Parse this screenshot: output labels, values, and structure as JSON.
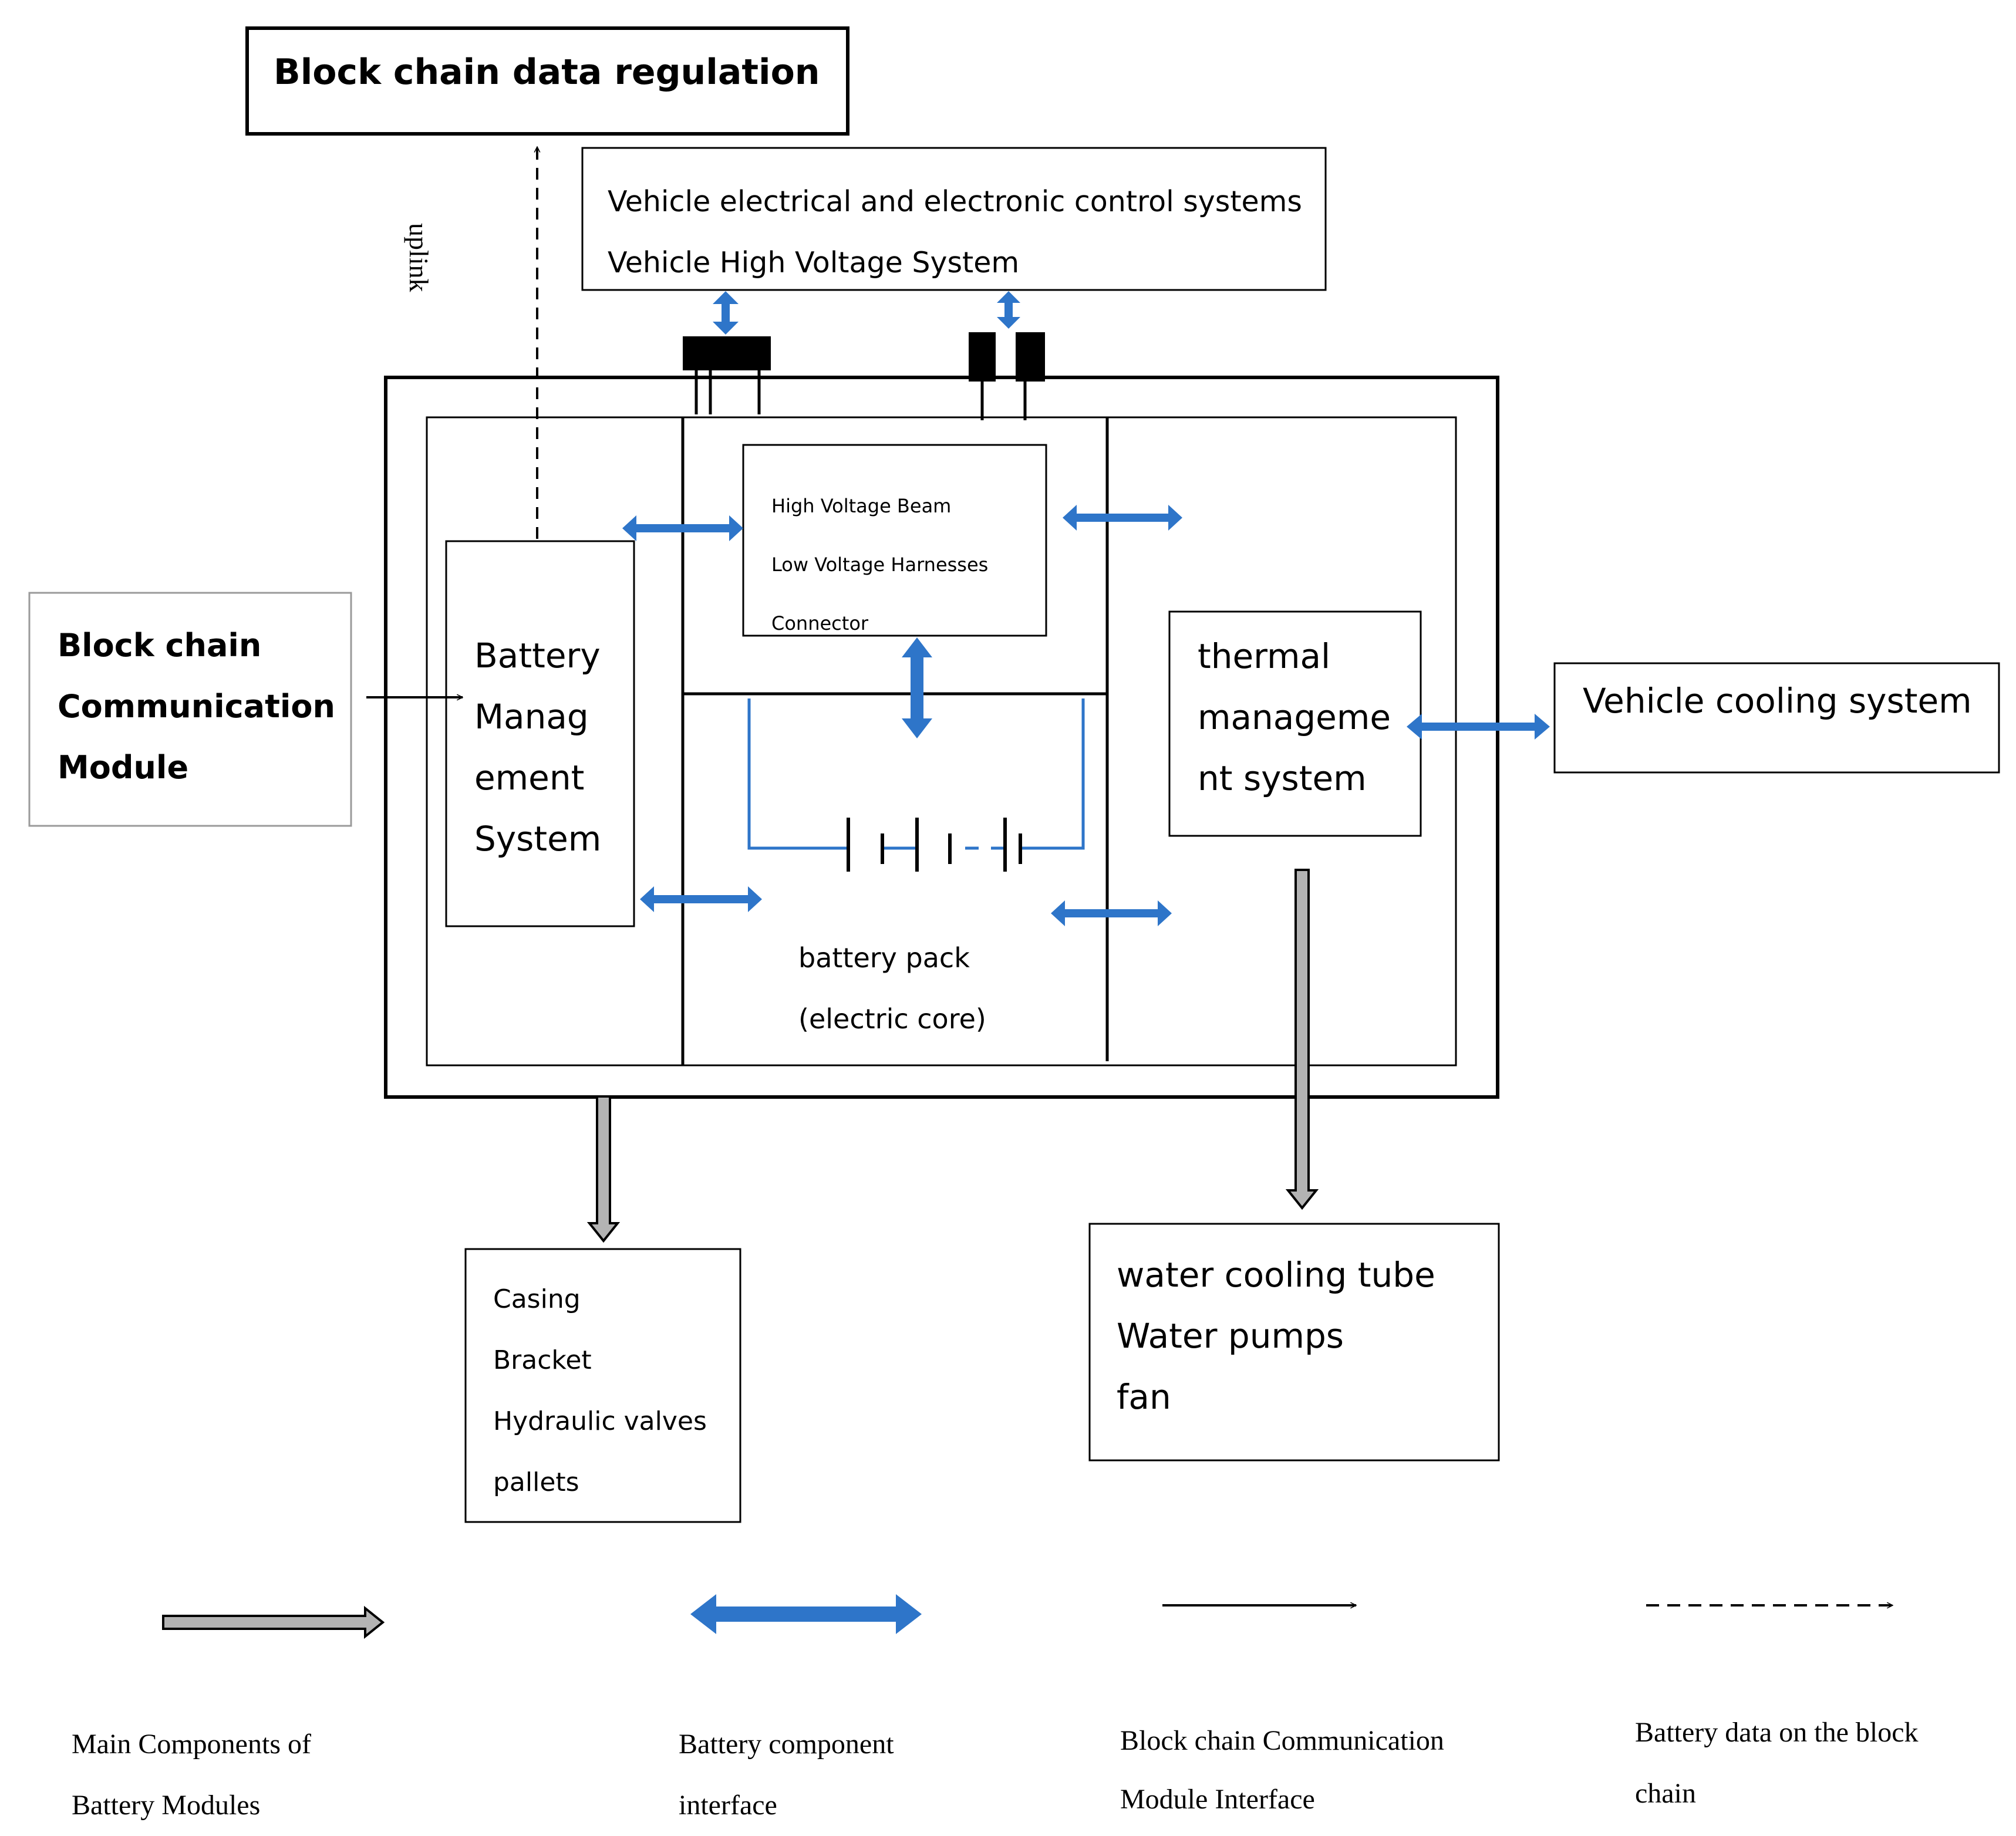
{
  "colors": {
    "interface_blue": "#2e75c9",
    "component_gray": "#b3b3b3",
    "line_black": "#000000",
    "module_border_gray": "#9a9a9a"
  },
  "regulation": {
    "title": "Block chain data regulation"
  },
  "uplink": {
    "label": "uplink"
  },
  "vehicle_systems": {
    "line1": "Vehicle  electrical  and  electronic  control  systems",
    "line2": "Vehicle  High  Voltage  System"
  },
  "hv_box": {
    "line1": "High  Voltage  Beam",
    "line2": "Low  Voltage  Harnesses",
    "line3": "Connector"
  },
  "bms": {
    "lines": [
      "Battery",
      "Manag",
      "ement",
      "System"
    ]
  },
  "comm_module": {
    "lines": [
      "Block chain",
      "Communication",
      "Module"
    ]
  },
  "battery_pack": {
    "line1": "battery pack",
    "line2": "(electric core)"
  },
  "thermal": {
    "lines": [
      "thermal",
      "manageme",
      "nt system"
    ]
  },
  "cooling": {
    "label": "Vehicle cooling system"
  },
  "casing_box": {
    "items": [
      "Casing",
      "Bracket",
      "Hydraulic valves",
      "pallets"
    ]
  },
  "water_box": {
    "items": [
      "water cooling tube",
      "Water pumps",
      "fan"
    ]
  },
  "legend": {
    "main_components": [
      "Main Components of",
      "Battery Modules"
    ],
    "component_interface": [
      "Battery component",
      "interface"
    ],
    "comm_interface": [
      "Block chain  Communication",
      "Module  Interface"
    ],
    "data_on_chain": [
      "Battery  data  on  the  block",
      "chain"
    ]
  }
}
